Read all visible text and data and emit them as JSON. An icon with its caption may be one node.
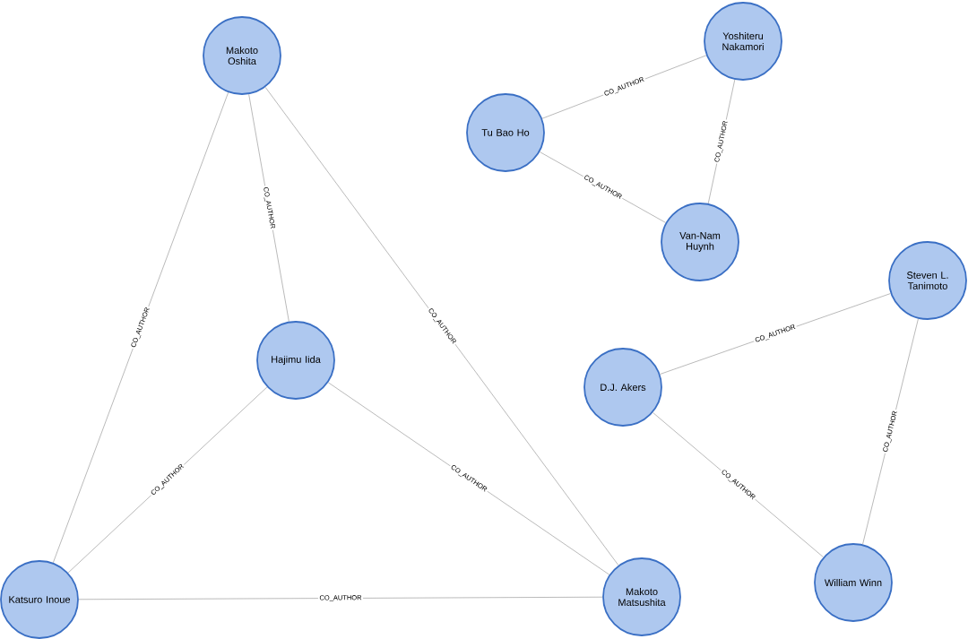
{
  "diagram": {
    "nodes": [
      {
        "text": [
          "Makoto Oshita"
        ]
      },
      {
        "text": [
          "Yoshiteru Nakamori"
        ]
      },
      {
        "text": [
          "Tu Bao Ho"
        ]
      },
      {
        "text": [
          "Van-Nam Huynh"
        ]
      },
      {
        "text": [
          "Steven L. Tanimoto"
        ]
      },
      {
        "text": [
          "Hajimu Iida"
        ]
      },
      {
        "text": [
          "D.J. Akers"
        ]
      },
      {
        "text": [
          "Katsuro Inoue"
        ]
      },
      {
        "text": [
          "Makoto Matsushita"
        ]
      },
      {
        "text": [
          "William Winn"
        ]
      }
    ],
    "edges": [
      {
        "from": 2,
        "to": 1,
        "arrow": "none",
        "label": "CO_AUTHOR"
      },
      {
        "from": 1,
        "to": 3,
        "arrow": "none",
        "label": "CO_AUTHOR"
      },
      {
        "from": 2,
        "to": 3,
        "arrow": "none",
        "label": "CO_AUTHOR"
      },
      {
        "from": 6,
        "to": 4,
        "arrow": "none",
        "label": "CO_AUTHOR"
      },
      {
        "from": 4,
        "to": 9,
        "arrow": "none",
        "label": "CO_AUTHOR"
      },
      {
        "from": 6,
        "to": 9,
        "arrow": "none",
        "label": "CO_AUTHOR"
      },
      {
        "from": 0,
        "to": 7,
        "arrow": "none",
        "label": "CO_AUTHOR"
      },
      {
        "from": 0,
        "to": 5,
        "arrow": "none",
        "label": "CO_AUTHOR"
      },
      {
        "from": 0,
        "to": 8,
        "arrow": "none",
        "label": "CO_AUTHOR"
      },
      {
        "from": 5,
        "to": 7,
        "arrow": "none",
        "label": "CO_AUTHOR"
      },
      {
        "from": 5,
        "to": 8,
        "arrow": "none",
        "label": "CO_AUTHOR"
      },
      {
        "from": 7,
        "to": 8,
        "arrow": "none",
        "label": "CO_AUTHOR"
      }
    ]
  }
}
